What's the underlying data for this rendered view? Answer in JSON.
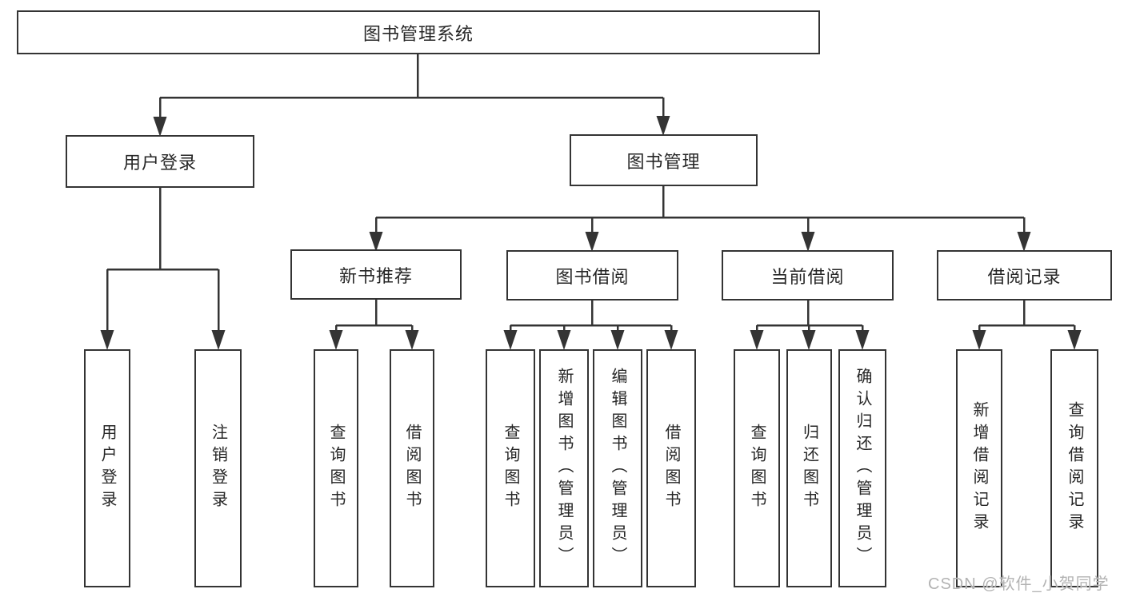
{
  "diagram_title": "图书管理系统",
  "tree": {
    "label": "图书管理系统",
    "children": [
      {
        "label": "用户登录",
        "children": [
          {
            "label": "用户登录"
          },
          {
            "label": "注销登录"
          }
        ]
      },
      {
        "label": "图书管理",
        "children": [
          {
            "label": "新书推荐",
            "children": [
              {
                "label": "查询图书"
              },
              {
                "label": "借阅图书"
              }
            ]
          },
          {
            "label": "图书借阅",
            "children": [
              {
                "label": "查询图书"
              },
              {
                "label": "新增图书（管理员）"
              },
              {
                "label": "编辑图书（管理员）"
              },
              {
                "label": "借阅图书"
              }
            ]
          },
          {
            "label": "当前借阅",
            "children": [
              {
                "label": "查询图书"
              },
              {
                "label": "归还图书"
              },
              {
                "label": "确认归还（管理员）"
              }
            ]
          },
          {
            "label": "借阅记录",
            "children": [
              {
                "label": "新增借阅记录"
              },
              {
                "label": "查询借阅记录"
              }
            ]
          }
        ]
      }
    ]
  },
  "watermark": {
    "text": "CSDN @软件_小贺同学",
    "color": "#b3b3b3"
  },
  "colors": {
    "line": "#343434",
    "box_border": "#343434",
    "box_fill": "#ffffff",
    "text": "#262626",
    "background": "#ffffff"
  }
}
